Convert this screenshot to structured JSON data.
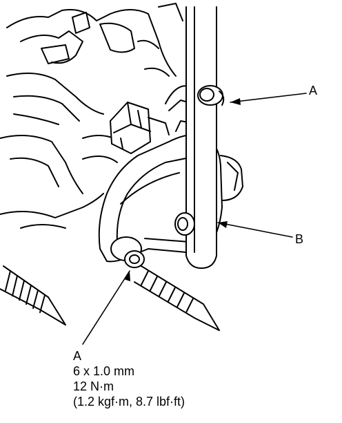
{
  "callouts": {
    "a_top": "A",
    "b": "B",
    "a_bottom": "A"
  },
  "spec": {
    "size": "6 x 1.0 mm",
    "torque_nm": "12 N·m",
    "torque_alt": "(1.2 kgf·m, 8.7 lbf·ft)"
  }
}
